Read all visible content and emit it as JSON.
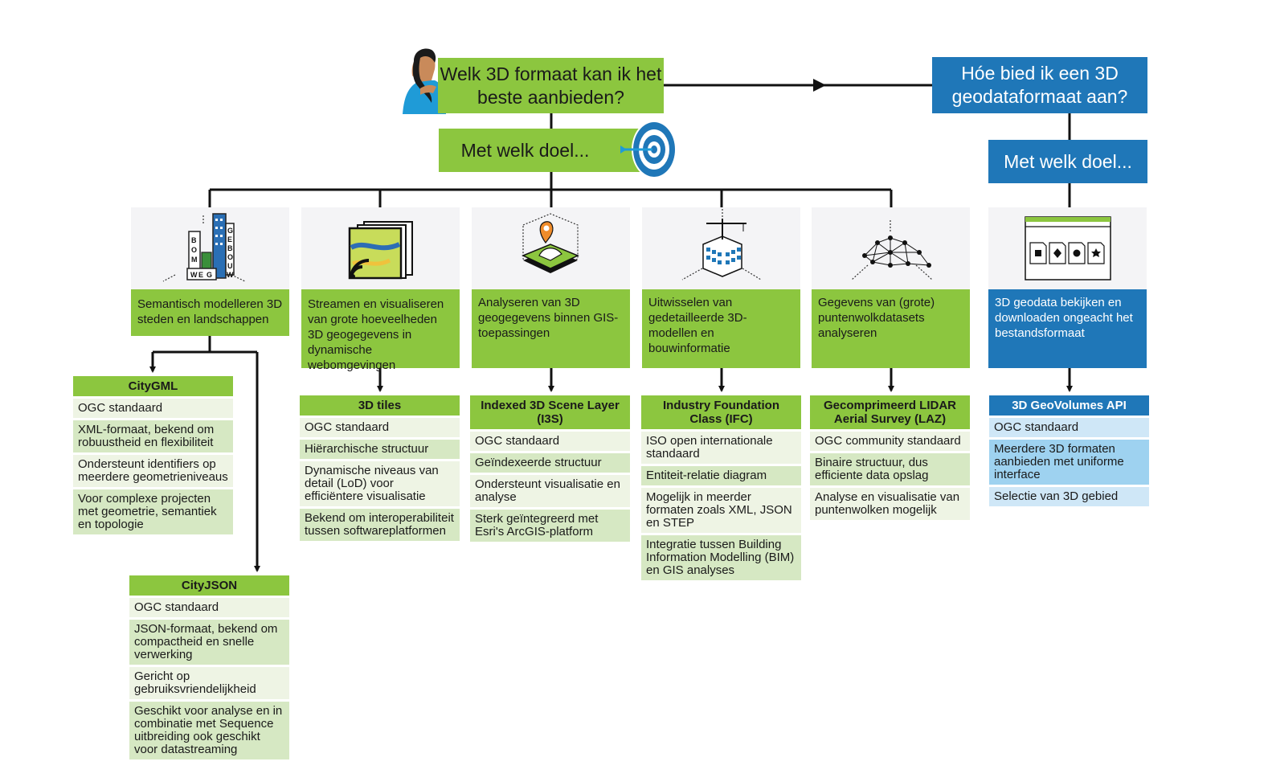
{
  "questions": {
    "main": "Welk 3D formaat kan ik het beste aanbieden?",
    "goal": "Met welk doel...",
    "right": "Hóe bied ik een 3D geodataformaat aan?",
    "right_goal": "Met welk doel..."
  },
  "purposes": [
    "Semantisch modelleren 3D steden en landschappen",
    "Streamen en visualiseren van grote hoeveelheden 3D geogegevens in dynamische webomgevingen",
    "Analyseren van 3D geogegevens binnen GIS-toepassingen",
    "Uitwisselen van gedetailleerde 3D-modellen en bouwinformatie",
    "Gegevens van (grote) puntenwolkdatasets analyseren",
    "3D geodata bekijken en downloaden ongeacht het bestandsformaat"
  ],
  "icon_labels": {
    "city_letters": [
      "B",
      "O",
      "M",
      "W",
      "E",
      "G",
      "G",
      "E",
      "B",
      "O",
      "U",
      "W"
    ]
  },
  "formats": {
    "citygml": {
      "title": "CityGML",
      "rows": [
        "OGC standaard",
        "XML-formaat, bekend om robuustheid en flexibiliteit",
        "Ondersteunt identifiers op meerdere geometrieniveaus",
        "Voor complexe projecten met geometrie, semantiek en topologie"
      ]
    },
    "cityjson": {
      "title": "CityJSON",
      "rows": [
        "OGC standaard",
        "JSON-formaat, bekend om compactheid en snelle verwerking",
        "Gericht op gebruiksvriendelijkheid",
        "Geschikt voor analyse en in combinatie met Sequence uitbreiding ook geschikt voor datastreaming"
      ]
    },
    "tiles3d": {
      "title": "3D tiles",
      "rows": [
        "OGC standaard",
        "Hiërarchische structuur",
        "Dynamische niveaus van detail (LoD) voor efficiëntere visualisatie",
        "Bekend om interoperabiliteit tussen softwareplatformen"
      ]
    },
    "i3s": {
      "title": "Indexed 3D Scene Layer (I3S)",
      "rows": [
        "OGC standaard",
        "Geïndexeerde structuur",
        "Ondersteunt visualisatie en analyse",
        "Sterk geïntegreerd met Esri's ArcGIS-platform"
      ]
    },
    "ifc": {
      "title": "Industry Foundation Class (IFC)",
      "rows": [
        "ISO open internationale standaard",
        "Entiteit-relatie diagram",
        "Mogelijk in meerder formaten zoals XML, JSON en STEP",
        "Integratie tussen Building Information Modelling (BIM) en GIS analyses"
      ]
    },
    "laz": {
      "title": "Gecomprimeerd LIDAR Aerial Survey (LAZ)",
      "rows": [
        "OGC community standaard",
        "Binaire structuur, dus efficiente data opslag",
        "Analyse en visualisatie van puntenwolken mogelijk"
      ]
    },
    "geovolumes": {
      "title": "3D GeoVolumes API",
      "rows": [
        "OGC standaard",
        "Meerdere 3D formaten aanbieden met uniforme interface",
        "Selectie van 3D gebied"
      ]
    }
  },
  "colors": {
    "green": "#8cc63f",
    "blue": "#1f77b8",
    "light_green": "#d6e8c3",
    "light_blue": "#9ed2f0"
  }
}
